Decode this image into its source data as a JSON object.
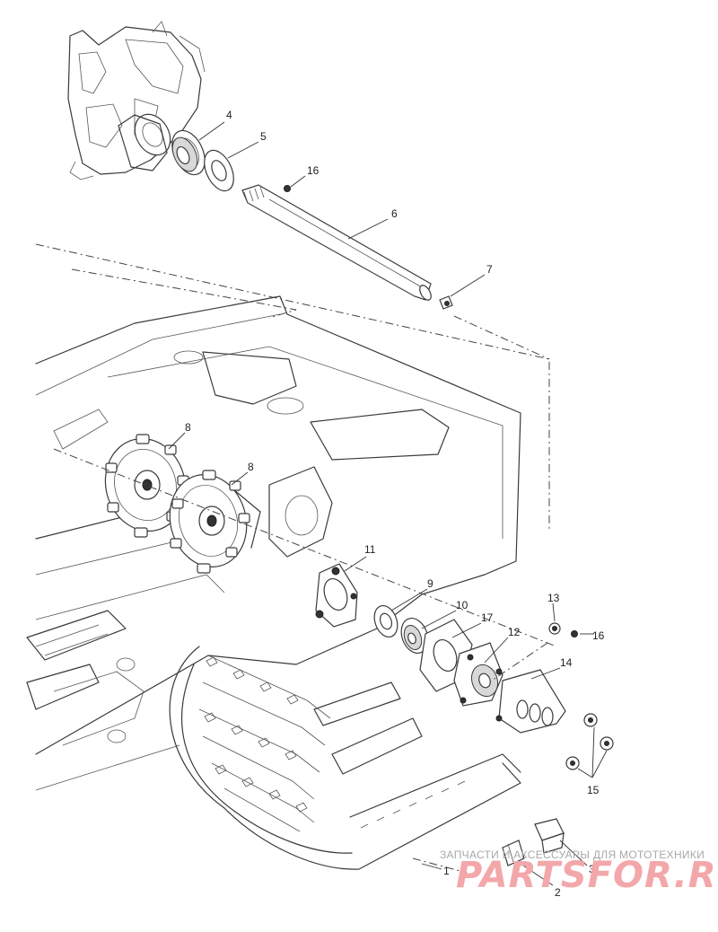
{
  "callouts": [
    {
      "id": "c4",
      "label": "4"
    },
    {
      "id": "c5",
      "label": "5"
    },
    {
      "id": "c16a",
      "label": "16"
    },
    {
      "id": "c6",
      "label": "6"
    },
    {
      "id": "c7",
      "label": "7"
    },
    {
      "id": "c8a",
      "label": "8"
    },
    {
      "id": "c8b",
      "label": "8"
    },
    {
      "id": "c11",
      "label": "11"
    },
    {
      "id": "c9",
      "label": "9"
    },
    {
      "id": "c10",
      "label": "10"
    },
    {
      "id": "c17",
      "label": "17"
    },
    {
      "id": "c12",
      "label": "12"
    },
    {
      "id": "c13",
      "label": "13"
    },
    {
      "id": "c16b",
      "label": "16"
    },
    {
      "id": "c14",
      "label": "14"
    },
    {
      "id": "c15",
      "label": "15"
    },
    {
      "id": "c1",
      "label": "1"
    },
    {
      "id": "c2",
      "label": "2"
    },
    {
      "id": "c3",
      "label": "3"
    }
  ],
  "watermark": {
    "tagline": "ЗАПЧАСТИ И АКСЕССУАРЫ ДЛЯ МОТОТЕХНИКИ",
    "logo": "PARTSFOR.RU"
  },
  "colors": {
    "line": "#3a3a3a",
    "watermark_logo": "#f3a7aa",
    "watermark_text": "#a8a8a8"
  }
}
